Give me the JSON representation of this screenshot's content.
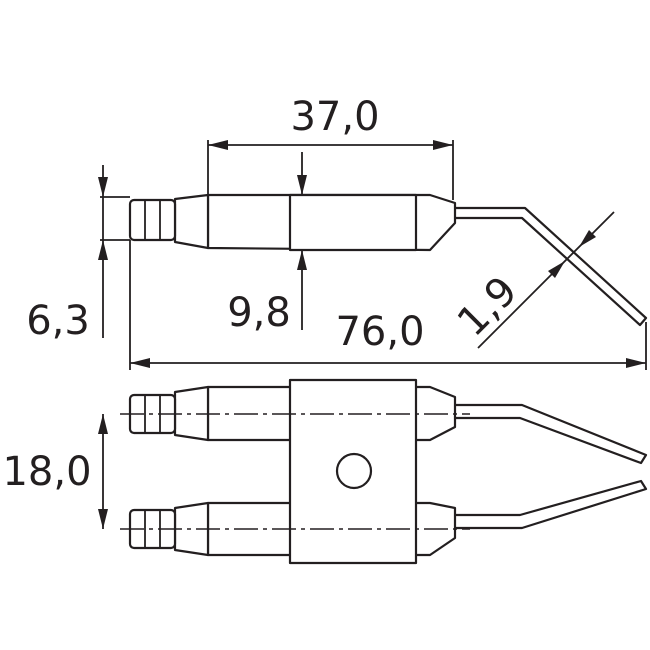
{
  "dimensions": {
    "top_width": "37,0",
    "electrode_height": "6,3",
    "body_height": "9,8",
    "overall_length": "76,0",
    "wire_diameter": "1,9",
    "spacing": "18,0"
  }
}
